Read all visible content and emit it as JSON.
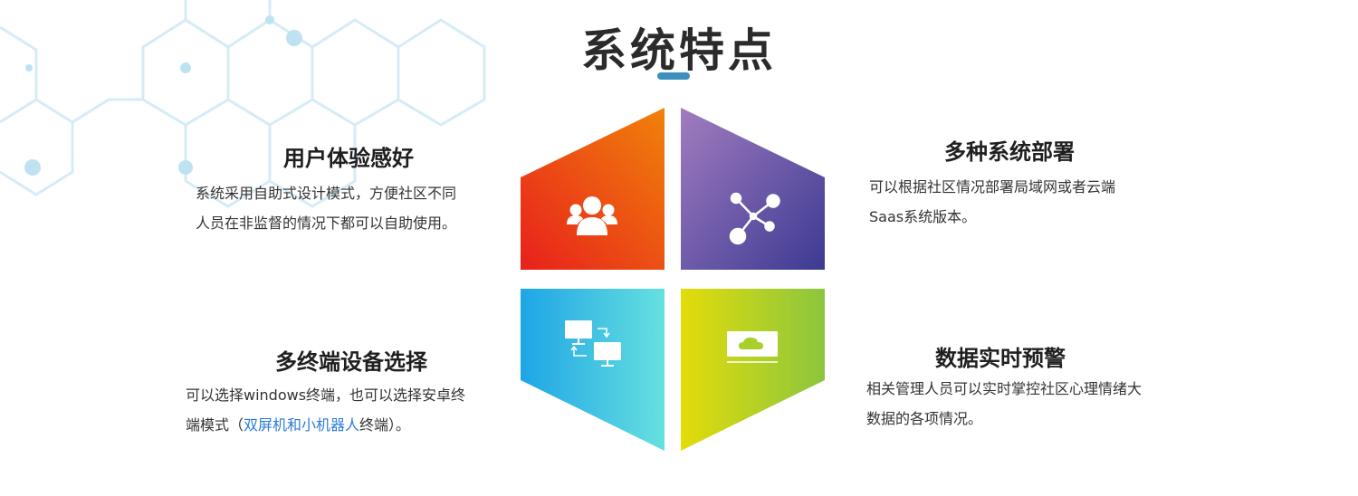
{
  "title": "系统特点",
  "features": [
    {
      "title": "用户体验感好",
      "desc": [
        "系统采用自助式设计模式，方便社区不同",
        "人员在非监督的情况下都可以自助使用。"
      ],
      "icon": "users-icon",
      "gradient": [
        "#e8201c",
        "#f0820a"
      ]
    },
    {
      "title": "多种系统部署",
      "desc": [
        "可以根据社区情况部署局域网或者云端",
        "Saas系统版本。"
      ],
      "icon": "network-icon",
      "gradient": [
        "#a27cc0",
        "#3c3a92"
      ]
    },
    {
      "title": "多终端设备选择",
      "desc": [
        "可以选择windows终端，也可以选择安卓终",
        "端模式（",
        "双屏机和小机器人",
        "终端）。"
      ],
      "icon": "devices-icon",
      "gradient": [
        "#1ea5e6",
        "#66e0df"
      ]
    },
    {
      "title": "数据实时预警",
      "desc": [
        "相关管理人员可以实时掌控社区心理情绪大",
        "数据的各项情况。"
      ],
      "icon": "cloud-monitor-icon",
      "gradient": [
        "#e3dc0a",
        "#8bc63e"
      ]
    }
  ],
  "colors": {
    "title_bar": "#3d8fbd",
    "highlight": "#2a7bd6"
  }
}
